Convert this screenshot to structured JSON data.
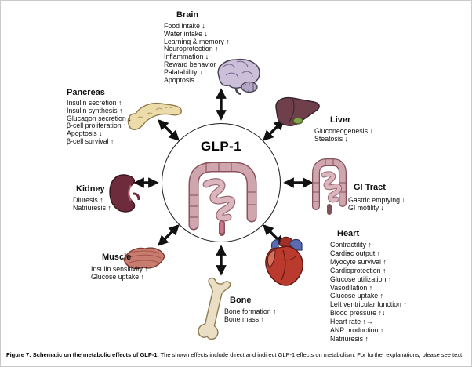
{
  "figure": {
    "center_label": "GLP-1",
    "caption": {
      "bold": "Figure 7: Schematic on the metabolic effects of GLP-1.",
      "regular": " The shown effects include direct and indirect GLP-1 effects on metabolism. For further explanations, please see text."
    }
  },
  "organs": {
    "brain": {
      "label": "Brain",
      "effects": [
        "Food intake ↓",
        "Water intake ↓",
        "Learning & memory ↑",
        "Neuroprotection ↑",
        "Inflammation ↓",
        "Reward behavior ↓",
        "Palatability ↓",
        "Apoptosis ↓"
      ]
    },
    "pancreas": {
      "label": "Pancreas",
      "effects": [
        "Insulin secretion ↑",
        "Insulin synthesis ↑",
        "Glucagon secretion ↓",
        "β-cell proliferation ↑",
        "Apoptosis ↓",
        "β-cell survival ↑"
      ]
    },
    "liver": {
      "label": "Liver",
      "effects": [
        "Gluconeogenesis ↓",
        "Steatosis ↓"
      ]
    },
    "kidney": {
      "label": "Kidney",
      "effects": [
        "Diuresis ↑",
        "Natriuresis ↑"
      ]
    },
    "gi_tract": {
      "label": "GI Tract",
      "effects": [
        "Gastric emptying ↓",
        "GI motility ↓"
      ]
    },
    "muscle": {
      "label": "Muscle",
      "effects": [
        "Insulin sensitivity ↑",
        "Glucose uptake ↑"
      ]
    },
    "heart": {
      "label": "Heart",
      "effects": [
        "Contractility ↑",
        "Cardiac output ↑",
        "Myocyte survival ↑",
        "Cardioprotection ↑",
        "Glucose utilization ↑",
        "Vasodilation ↑",
        "Glucose uptake ↑",
        "Left ventricular function ↑",
        "Blood pressure ↑↓→",
        "Heart rate ↑→",
        "ANP production ↑",
        "Natriuresis ↑"
      ]
    },
    "bone": {
      "label": "Bone",
      "effects": [
        "Bone formation ↑",
        "Bone mass ↑"
      ]
    }
  }
}
